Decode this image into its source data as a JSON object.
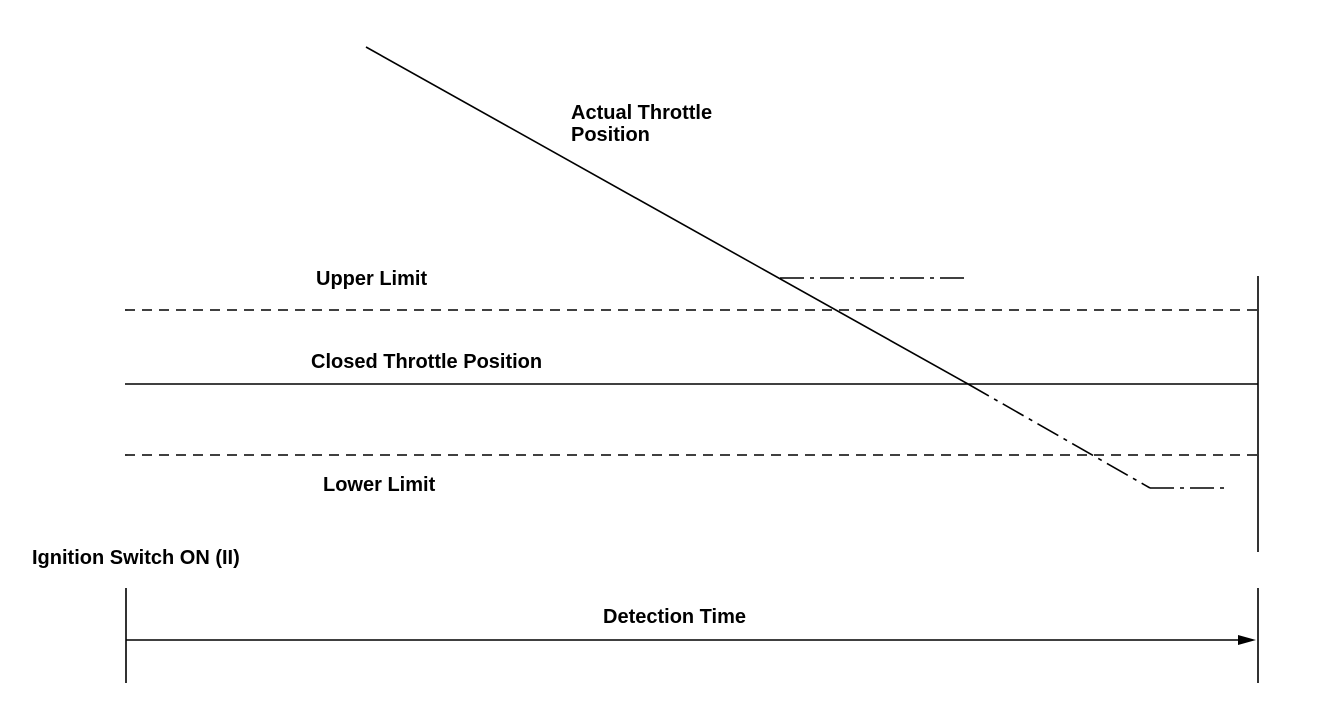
{
  "labels": {
    "actual_throttle_line1": "Actual Throttle",
    "actual_throttle_line2": "Position",
    "upper_limit": "Upper Limit",
    "closed_throttle_position": "Closed Throttle Position",
    "lower_limit": "Lower Limit",
    "ignition_switch": "Ignition Switch ON (II)",
    "detection_time": "Detection Time"
  },
  "colors": {
    "ink": "#000000",
    "background": "#ffffff"
  }
}
